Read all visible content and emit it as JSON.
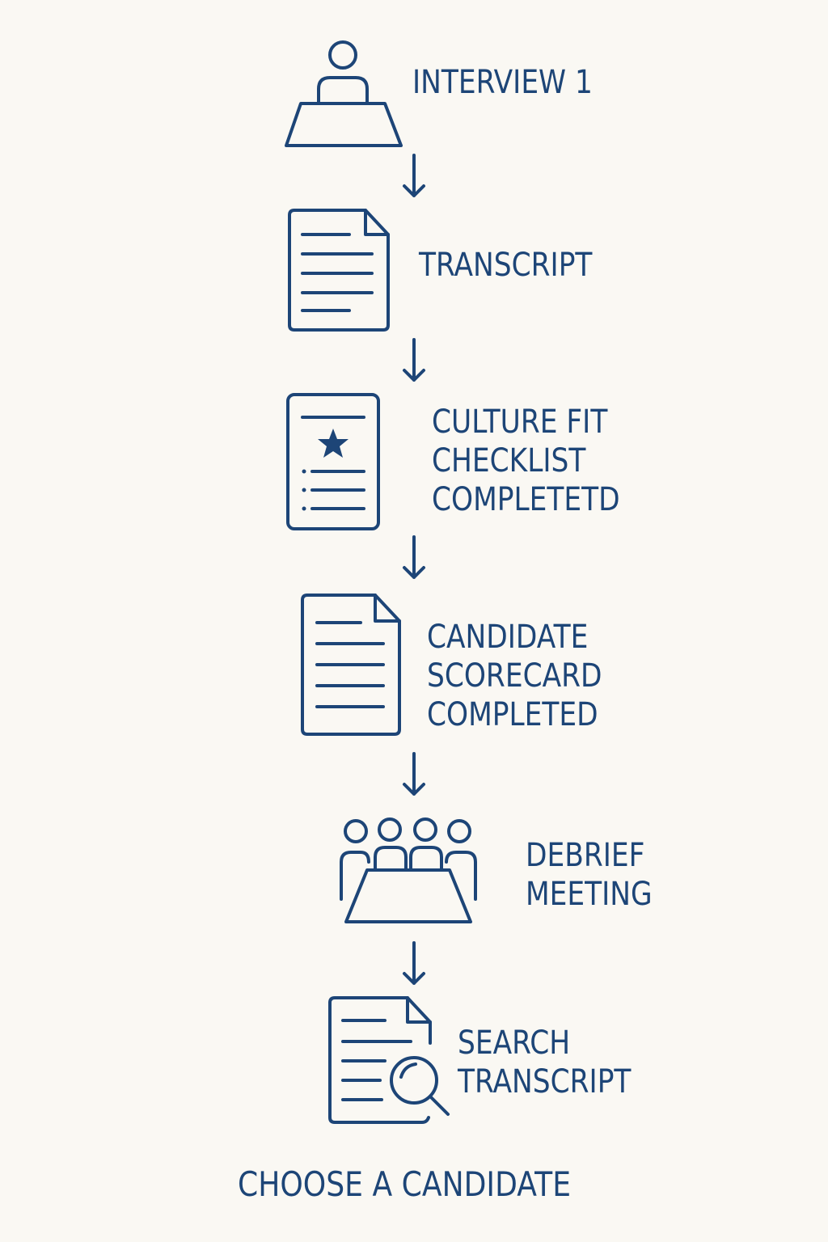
{
  "steps": [
    {
      "icon": "interviewer-at-podium-icon",
      "lines": [
        "INTERVIEW 1"
      ]
    },
    {
      "icon": "document-icon",
      "lines": [
        "TRANSCRIPT"
      ]
    },
    {
      "icon": "checklist-star-icon",
      "lines": [
        "CULTURE FIT",
        "CHECKLIST",
        "COMPLETETD"
      ]
    },
    {
      "icon": "document-icon",
      "lines": [
        "CANDIDATE",
        "SCORECARD",
        "COMPLETED"
      ]
    },
    {
      "icon": "meeting-table-icon",
      "lines": [
        "DEBRIEF",
        "MEETING"
      ]
    },
    {
      "icon": "search-document-icon",
      "lines": [
        "SEARCH",
        "TRANSCRIPT"
      ]
    }
  ],
  "final_step": "CHOOSE A CANDIDATE",
  "colors": {
    "ink": "#1d4577",
    "background": "#faf8f3"
  }
}
